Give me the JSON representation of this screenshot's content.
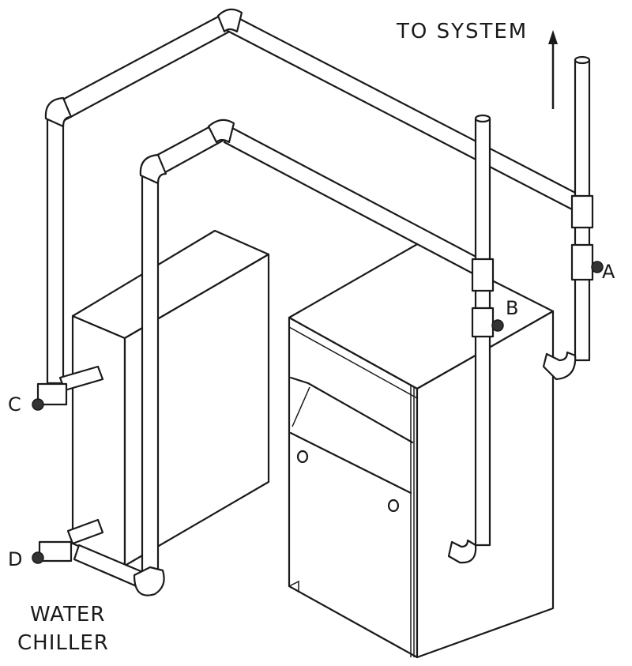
{
  "labels": {
    "to_system": "TO SYSTEM",
    "valve_a": "A",
    "valve_b": "B",
    "valve_c": "C",
    "valve_d": "D",
    "chiller_line1": "WATER",
    "chiller_line2": "CHILLER"
  },
  "colors": {
    "line": "#1a1a1a",
    "background": "#ffffff"
  }
}
